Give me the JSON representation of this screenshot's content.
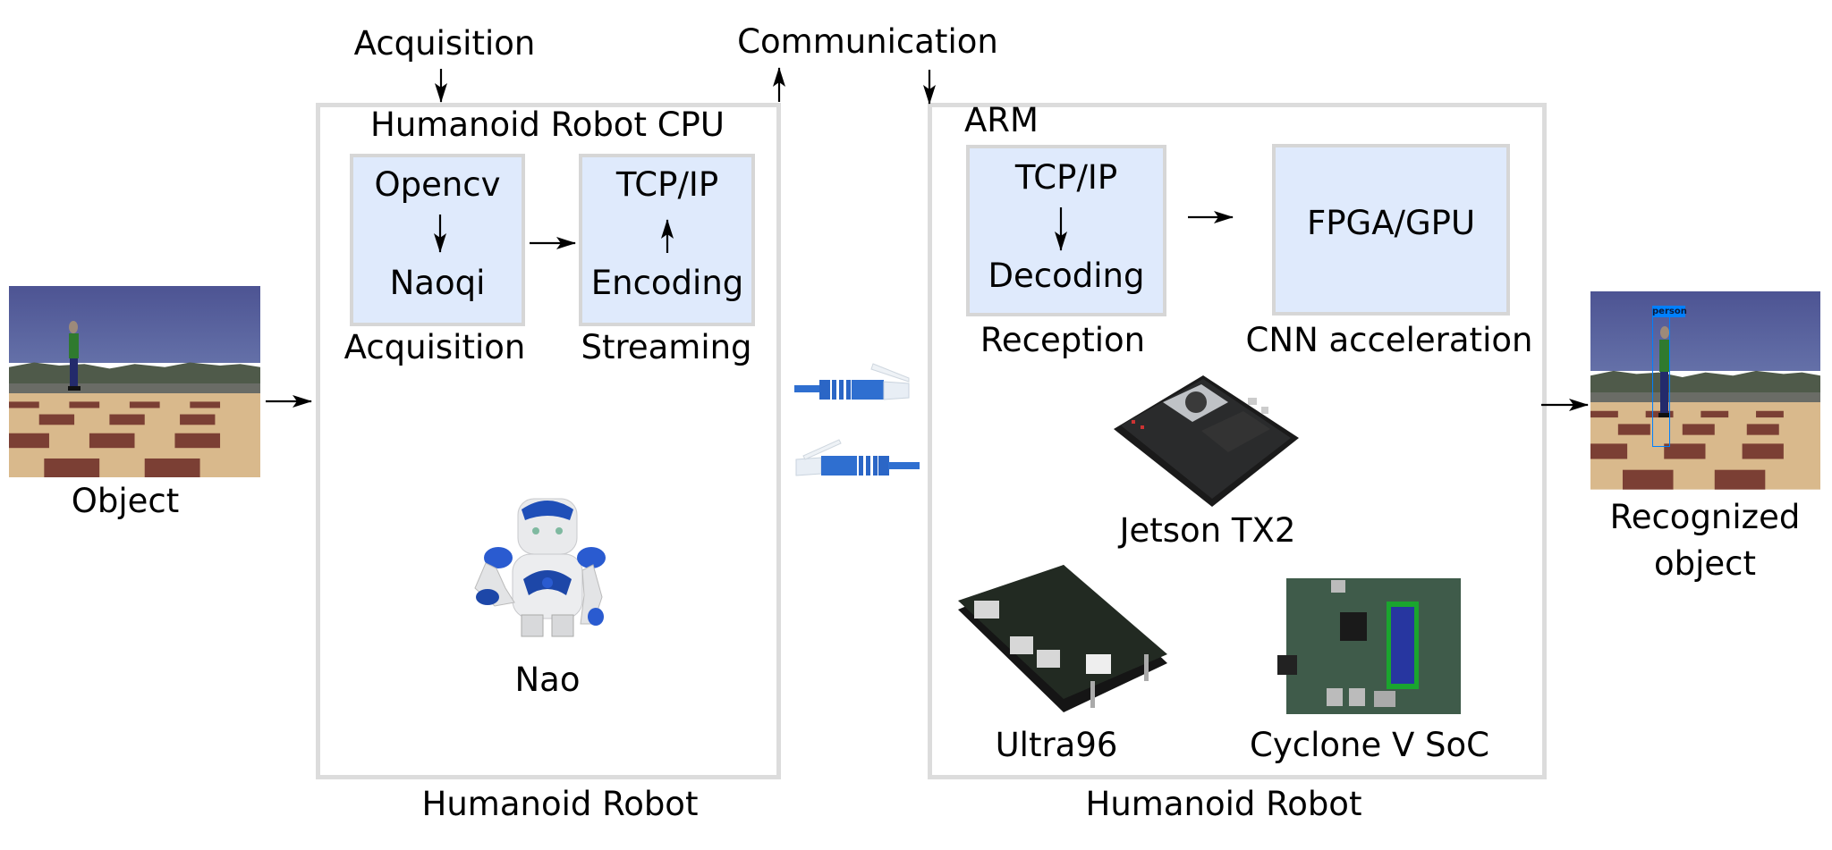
{
  "top_labels": {
    "acquisition": "Acquisition",
    "communication": "Communication"
  },
  "input": {
    "label": "Object"
  },
  "output": {
    "label_line1": "Recognized",
    "label_line2": "object",
    "detection_label": "person",
    "detection_color": "#0080ff"
  },
  "robot_cpu": {
    "title": "Humanoid Robot CPU",
    "caption": "Humanoid Robot",
    "stage_acquisition": {
      "top": "Opencv",
      "bottom": "Naoqi",
      "caption": "Acquisition"
    },
    "stage_streaming": {
      "top": "TCP/IP",
      "bottom": "Encoding",
      "caption": "Streaming"
    },
    "robot_name": "Nao"
  },
  "arm": {
    "title": "ARM",
    "caption": "Humanoid Robot",
    "stage_reception": {
      "top": "TCP/IP",
      "bottom": "Decoding",
      "caption": "Reception"
    },
    "stage_acceleration": {
      "label": "FPGA/GPU",
      "caption": "CNN acceleration"
    },
    "boards": [
      {
        "name": "Jetson TX2"
      },
      {
        "name": "Ultra96"
      },
      {
        "name": "Cyclone V SoC"
      }
    ]
  },
  "colors": {
    "box_border": "#dcdcdc",
    "stage_fill": "#dfeafc",
    "cable_blue": "#2f6fd0"
  }
}
